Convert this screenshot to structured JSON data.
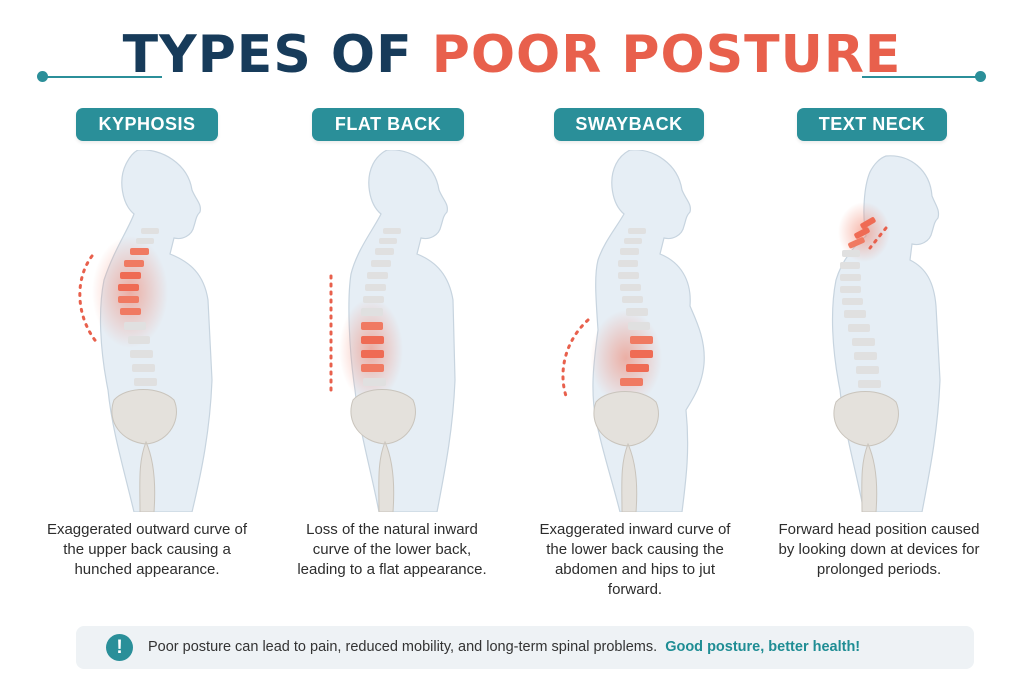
{
  "title": {
    "part1": "TYPES OF",
    "part2": "POOR POSTURE"
  },
  "colors": {
    "navy": "#173b5a",
    "coral": "#e8604c",
    "teal": "#2a8f99",
    "body": "#e6eef5"
  },
  "postures": [
    {
      "name": "KYPHOSIS",
      "description": "Exaggerated outward curve of the upper back causing a hunched appearance."
    },
    {
      "name": "FLAT BACK",
      "description": "Loss of the natural inward curve of the lower back, leading to a flat appearance."
    },
    {
      "name": "SWAYBACK",
      "description": "Exaggerated inward curve of the lower back causing the abdomen and hips to jut forward."
    },
    {
      "name": "TEXT NECK",
      "description": "Forward head position caused by looking down at devices for prolonged periods."
    }
  ],
  "footer": {
    "icon": "alert-icon",
    "icon_glyph": "!",
    "text": "Poor posture can lead to pain, reduced mobility, and long-term spinal problems.",
    "highlight": "Good posture, better health!"
  }
}
